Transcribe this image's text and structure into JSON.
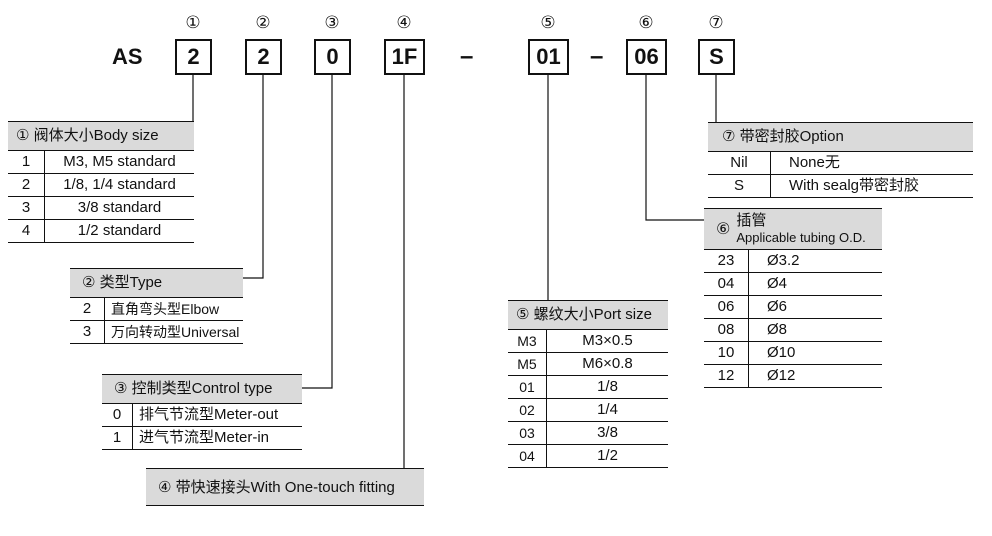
{
  "model": {
    "prefix": "AS",
    "positions": [
      {
        "circle": "①",
        "code": "2"
      },
      {
        "circle": "②",
        "code": "2"
      },
      {
        "circle": "③",
        "code": "0"
      },
      {
        "circle": "④",
        "code": "1F"
      },
      {
        "circle": "⑤",
        "code": "01"
      },
      {
        "circle": "⑥",
        "code": "06"
      },
      {
        "circle": "⑦",
        "code": "S"
      }
    ],
    "separator": "–"
  },
  "body_size": {
    "header": "① 阀体大小Body size",
    "rows": [
      {
        "code": "1",
        "desc": "M3, M5 standard"
      },
      {
        "code": "2",
        "desc": "1/8, 1/4 standard"
      },
      {
        "code": "3",
        "desc": "3/8 standard"
      },
      {
        "code": "4",
        "desc": "1/2 standard"
      }
    ]
  },
  "type": {
    "header": "②  类型Type",
    "rows": [
      {
        "code": "2",
        "desc": "直角弯头型Elbow"
      },
      {
        "code": "3",
        "desc": "万向转动型Universal"
      }
    ]
  },
  "control_type": {
    "header": "③  控制类型Control type",
    "rows": [
      {
        "code": "0",
        "desc": "排气节流型Meter-out"
      },
      {
        "code": "1",
        "desc": "进气节流型Meter-in"
      }
    ]
  },
  "fitting": {
    "header": "④  带快速接头With One-touch fitting"
  },
  "port_size": {
    "header": "⑤ 螺纹大小Port size",
    "rows": [
      {
        "code": "M3",
        "desc": "M3×0.5"
      },
      {
        "code": "M5",
        "desc": "M6×0.8"
      },
      {
        "code": "01",
        "desc": "1/8"
      },
      {
        "code": "02",
        "desc": "1/4"
      },
      {
        "code": "03",
        "desc": "3/8"
      },
      {
        "code": "04",
        "desc": "1/2"
      }
    ]
  },
  "tubing": {
    "circle": "⑥",
    "header_cn": "插管",
    "header_en": "Applicable tubing O.D.",
    "rows": [
      {
        "code": "23",
        "desc": "Ø3.2"
      },
      {
        "code": "04",
        "desc": "Ø4"
      },
      {
        "code": "06",
        "desc": "Ø6"
      },
      {
        "code": "08",
        "desc": "Ø8"
      },
      {
        "code": "10",
        "desc": "Ø10"
      },
      {
        "code": "12",
        "desc": "Ø12"
      }
    ]
  },
  "option": {
    "header": "⑦  带密封胶Option",
    "rows": [
      {
        "code": "Nil",
        "desc": "None无"
      },
      {
        "code": "S",
        "desc": "With sealg带密封胶"
      }
    ]
  }
}
